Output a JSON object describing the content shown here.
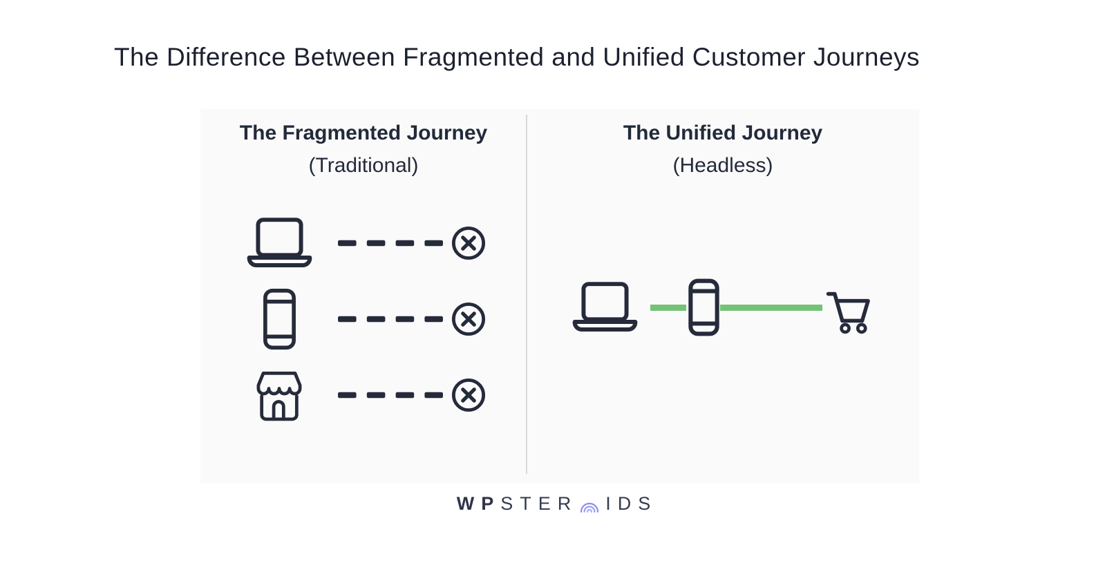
{
  "title": "The Difference Between Fragmented and Unified Customer Journeys",
  "panels": {
    "fragmented": {
      "heading_bold": "The Fragmented Journey",
      "heading_qualifier": "(Traditional)",
      "rows": [
        {
          "source_icon": "laptop-icon",
          "connector": "dashed-line",
          "endpoint_icon": "x-circle-icon"
        },
        {
          "source_icon": "smartphone-icon",
          "connector": "dashed-line",
          "endpoint_icon": "x-circle-icon"
        },
        {
          "source_icon": "storefront-icon",
          "connector": "dashed-line",
          "endpoint_icon": "x-circle-icon"
        }
      ]
    },
    "unified": {
      "heading_bold": "The Unified Journey",
      "heading_qualifier": "(Headless)",
      "flow_icons": [
        "laptop-icon",
        "smartphone-icon",
        "shopping-cart-icon"
      ],
      "connector": "solid-green-line"
    }
  },
  "footer": {
    "logo_prefix_bold": "WP",
    "logo_mid": "STER",
    "logo_o_icon": "concentric-arcs-icon",
    "logo_suffix": "IDS"
  },
  "colors": {
    "ink": "#262b3b",
    "title_text": "#1c2130",
    "connector_green": "#74c276",
    "panel_background": "#fafafa",
    "divider": "#d9d9d9",
    "logo_text": "#2f3447",
    "logo_accent": "#8b8cf0"
  }
}
